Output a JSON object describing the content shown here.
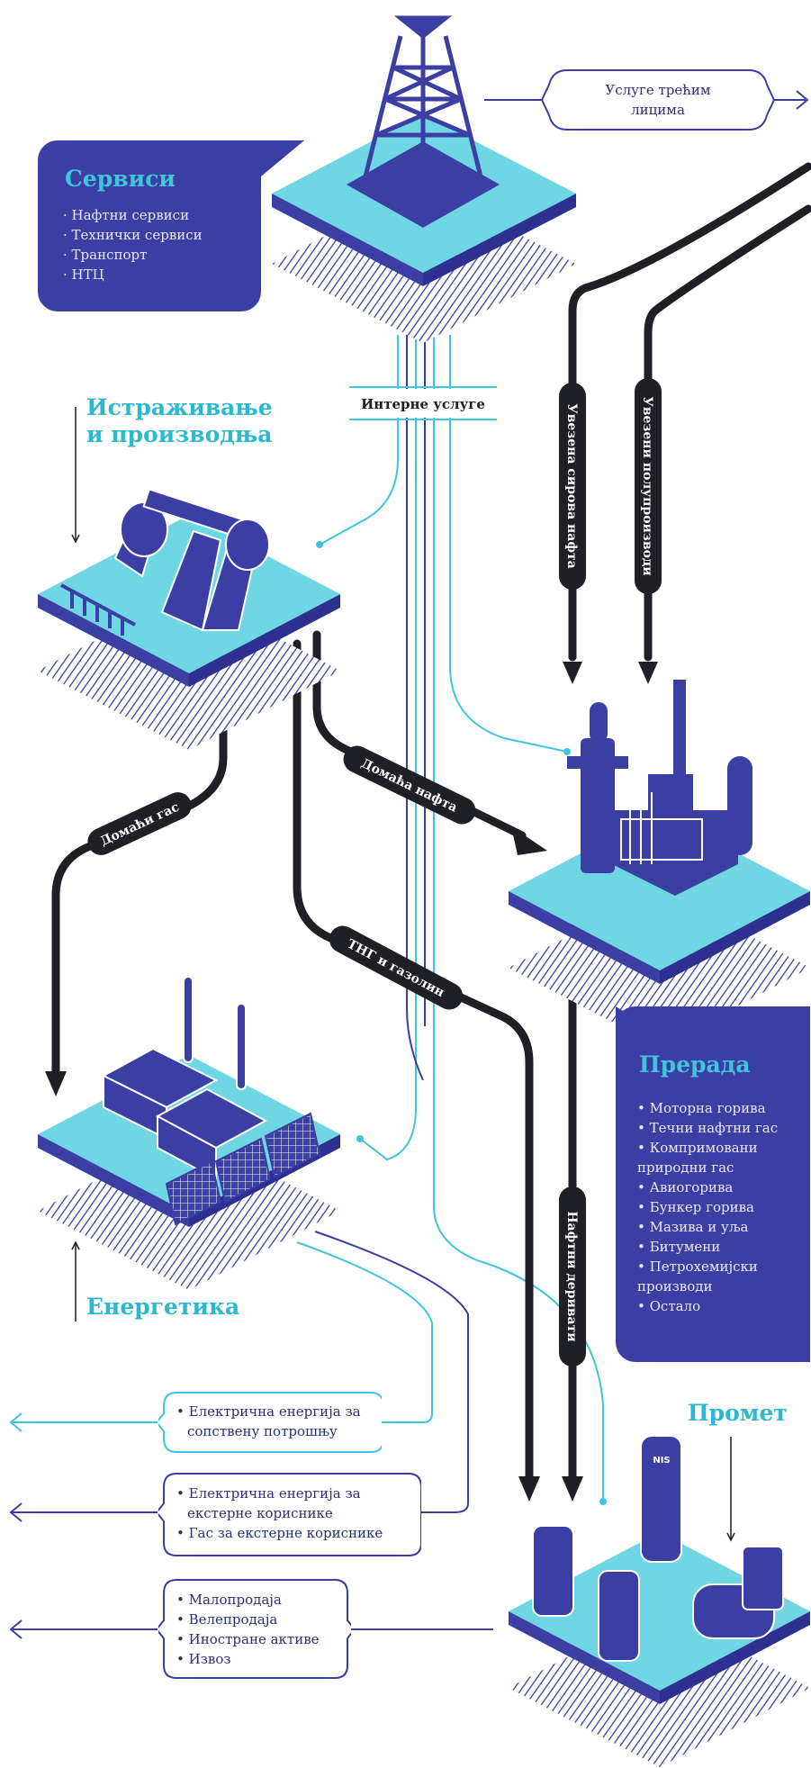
{
  "services": {
    "title": "Сервиси",
    "items": [
      "· Нафтни сервиси",
      "· Технички сервиси",
      "· Транспорт",
      "· НТЦ"
    ]
  },
  "third_party": {
    "line1": "Услуге трећим",
    "line2": "лицима"
  },
  "internal_services": "Интерне услуге",
  "exploration": {
    "line1": "Истраживање",
    "line2": "и производња"
  },
  "energy_title": "Енергетика",
  "trading_title": "Промет",
  "refining": {
    "title": "Прерада",
    "items": [
      "• Моторна горива",
      "• Течни нафтни гас",
      "• Компримовани",
      "   природни гас",
      "• Авиогорива",
      "• Бункер горива",
      "• Мазива и уља",
      "• Битумени",
      "• Петрохемијски",
      "   производи",
      "• Остало"
    ]
  },
  "pipe_labels": {
    "imported_crude": "Увезена сирова нафта",
    "imported_semi": "Увезени полупроизводи",
    "domestic_gas": "Домаћи гас",
    "domestic_oil": "Домаћа нафта",
    "lpg_gasoline": "ТНГ и газолин",
    "oil_derivatives": "Нафтни деривати"
  },
  "energy_outputs": {
    "own_use": [
      "• Електрична енергија за",
      "сопствену потрошњу"
    ],
    "external": [
      "• Електрична енергија за",
      "екстерне кориснике",
      "• Гас за екстерне кориснике"
    ]
  },
  "trading_outputs": [
    "• Малопродаја",
    "• Велепродаја",
    "• Иностране активе",
    "• Извоз"
  ],
  "station_logo": "NIS",
  "colors": {
    "navy": "#3b3ea3",
    "cyan": "#3fc6db",
    "platform_cyan": "#6fd6e4",
    "pipe": "#1f1f26"
  }
}
